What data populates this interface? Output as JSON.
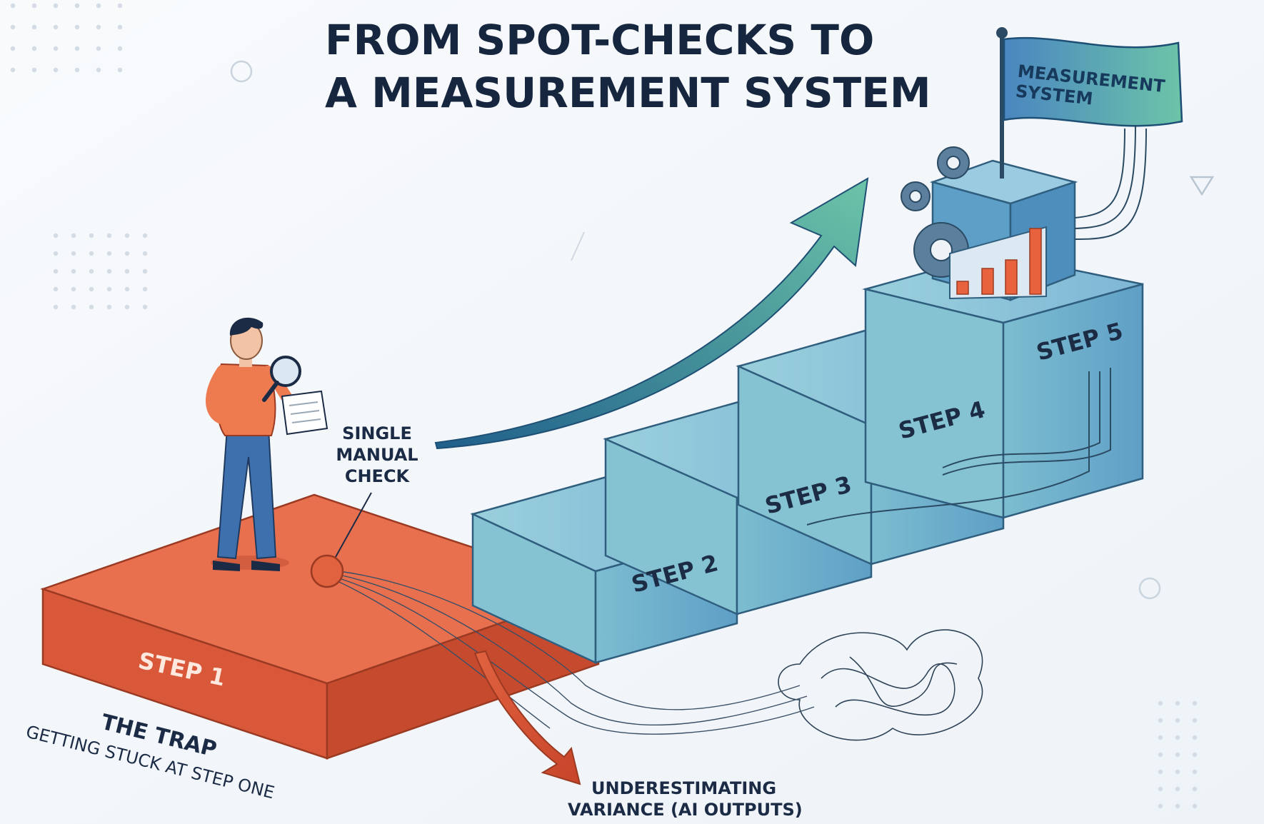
{
  "title": {
    "line1": "FROM SPOT-CHECKS TO",
    "line2": "A MEASUREMENT SYSTEM"
  },
  "flag": {
    "line1": "MEASUREMENT",
    "line2": "SYSTEM"
  },
  "steps": [
    {
      "label": "STEP 1"
    },
    {
      "label": "STEP 2"
    },
    {
      "label": "STEP 3"
    },
    {
      "label": "STEP 4"
    },
    {
      "label": "STEP 5"
    }
  ],
  "callout": {
    "line1": "SINGLE",
    "line2": "MANUAL",
    "line3": "CHECK"
  },
  "trap": {
    "heading": "THE TRAP",
    "subheading": "GETTING STUCK AT STEP ONE"
  },
  "variance": {
    "line1": "UNDERESTIMATING",
    "line2": "VARIANCE (AI OUTPUTS)"
  },
  "colors": {
    "background": "#f5f8fb",
    "title": "#16263f",
    "step1_top": "#e8704f",
    "step1_front": "#d9583a",
    "step1_side": "#c64a2e",
    "blue_top": "#8fc6d6",
    "blue_front": "#6fb0c8",
    "blue_side": "#5a98b8",
    "arrow_start": "#1f5f8b",
    "arrow_end": "#6cc4a8",
    "bars": "#e8623e"
  }
}
